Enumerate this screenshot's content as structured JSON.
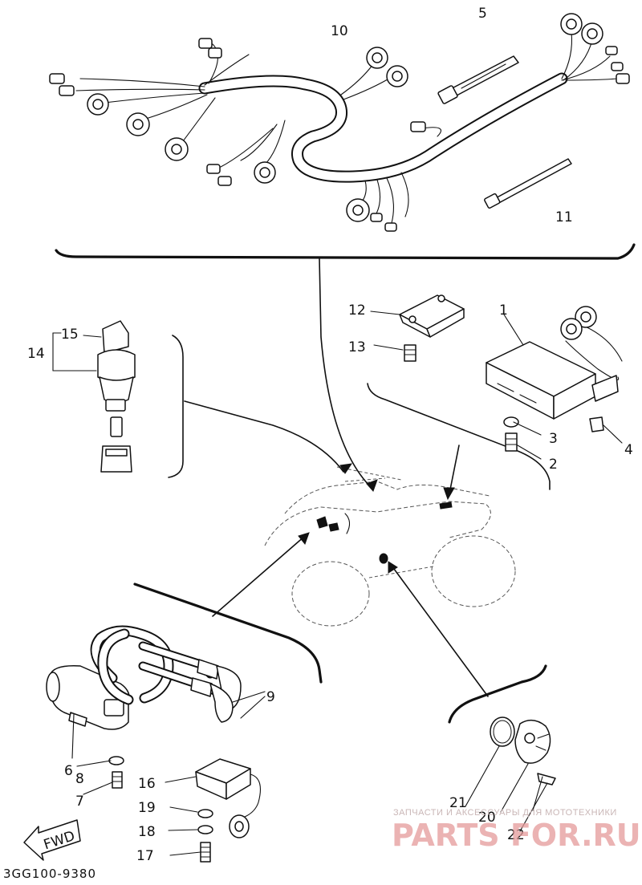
{
  "diagram": {
    "code": "3GG100-9380",
    "fwd_label": "FWD",
    "callouts": {
      "c1": "1",
      "c2": "2",
      "c3": "3",
      "c4": "4",
      "c5": "5",
      "c7": "7",
      "c8": "8",
      "c6": "6",
      "c9": "9",
      "c10": "10",
      "c11": "11",
      "c12": "12",
      "c13": "13",
      "c14": "14",
      "c15": "15",
      "c16": "16",
      "c17": "17",
      "c18": "18",
      "c19": "19",
      "c20": "20",
      "c21": "21",
      "c22": "22"
    }
  },
  "watermark": {
    "tagline": "ЗАПЧАСТИ И АКСЕССУАРЫ ДЛЯ МОТОТЕХНИКИ",
    "brand": "PARTS FOR.RU"
  }
}
